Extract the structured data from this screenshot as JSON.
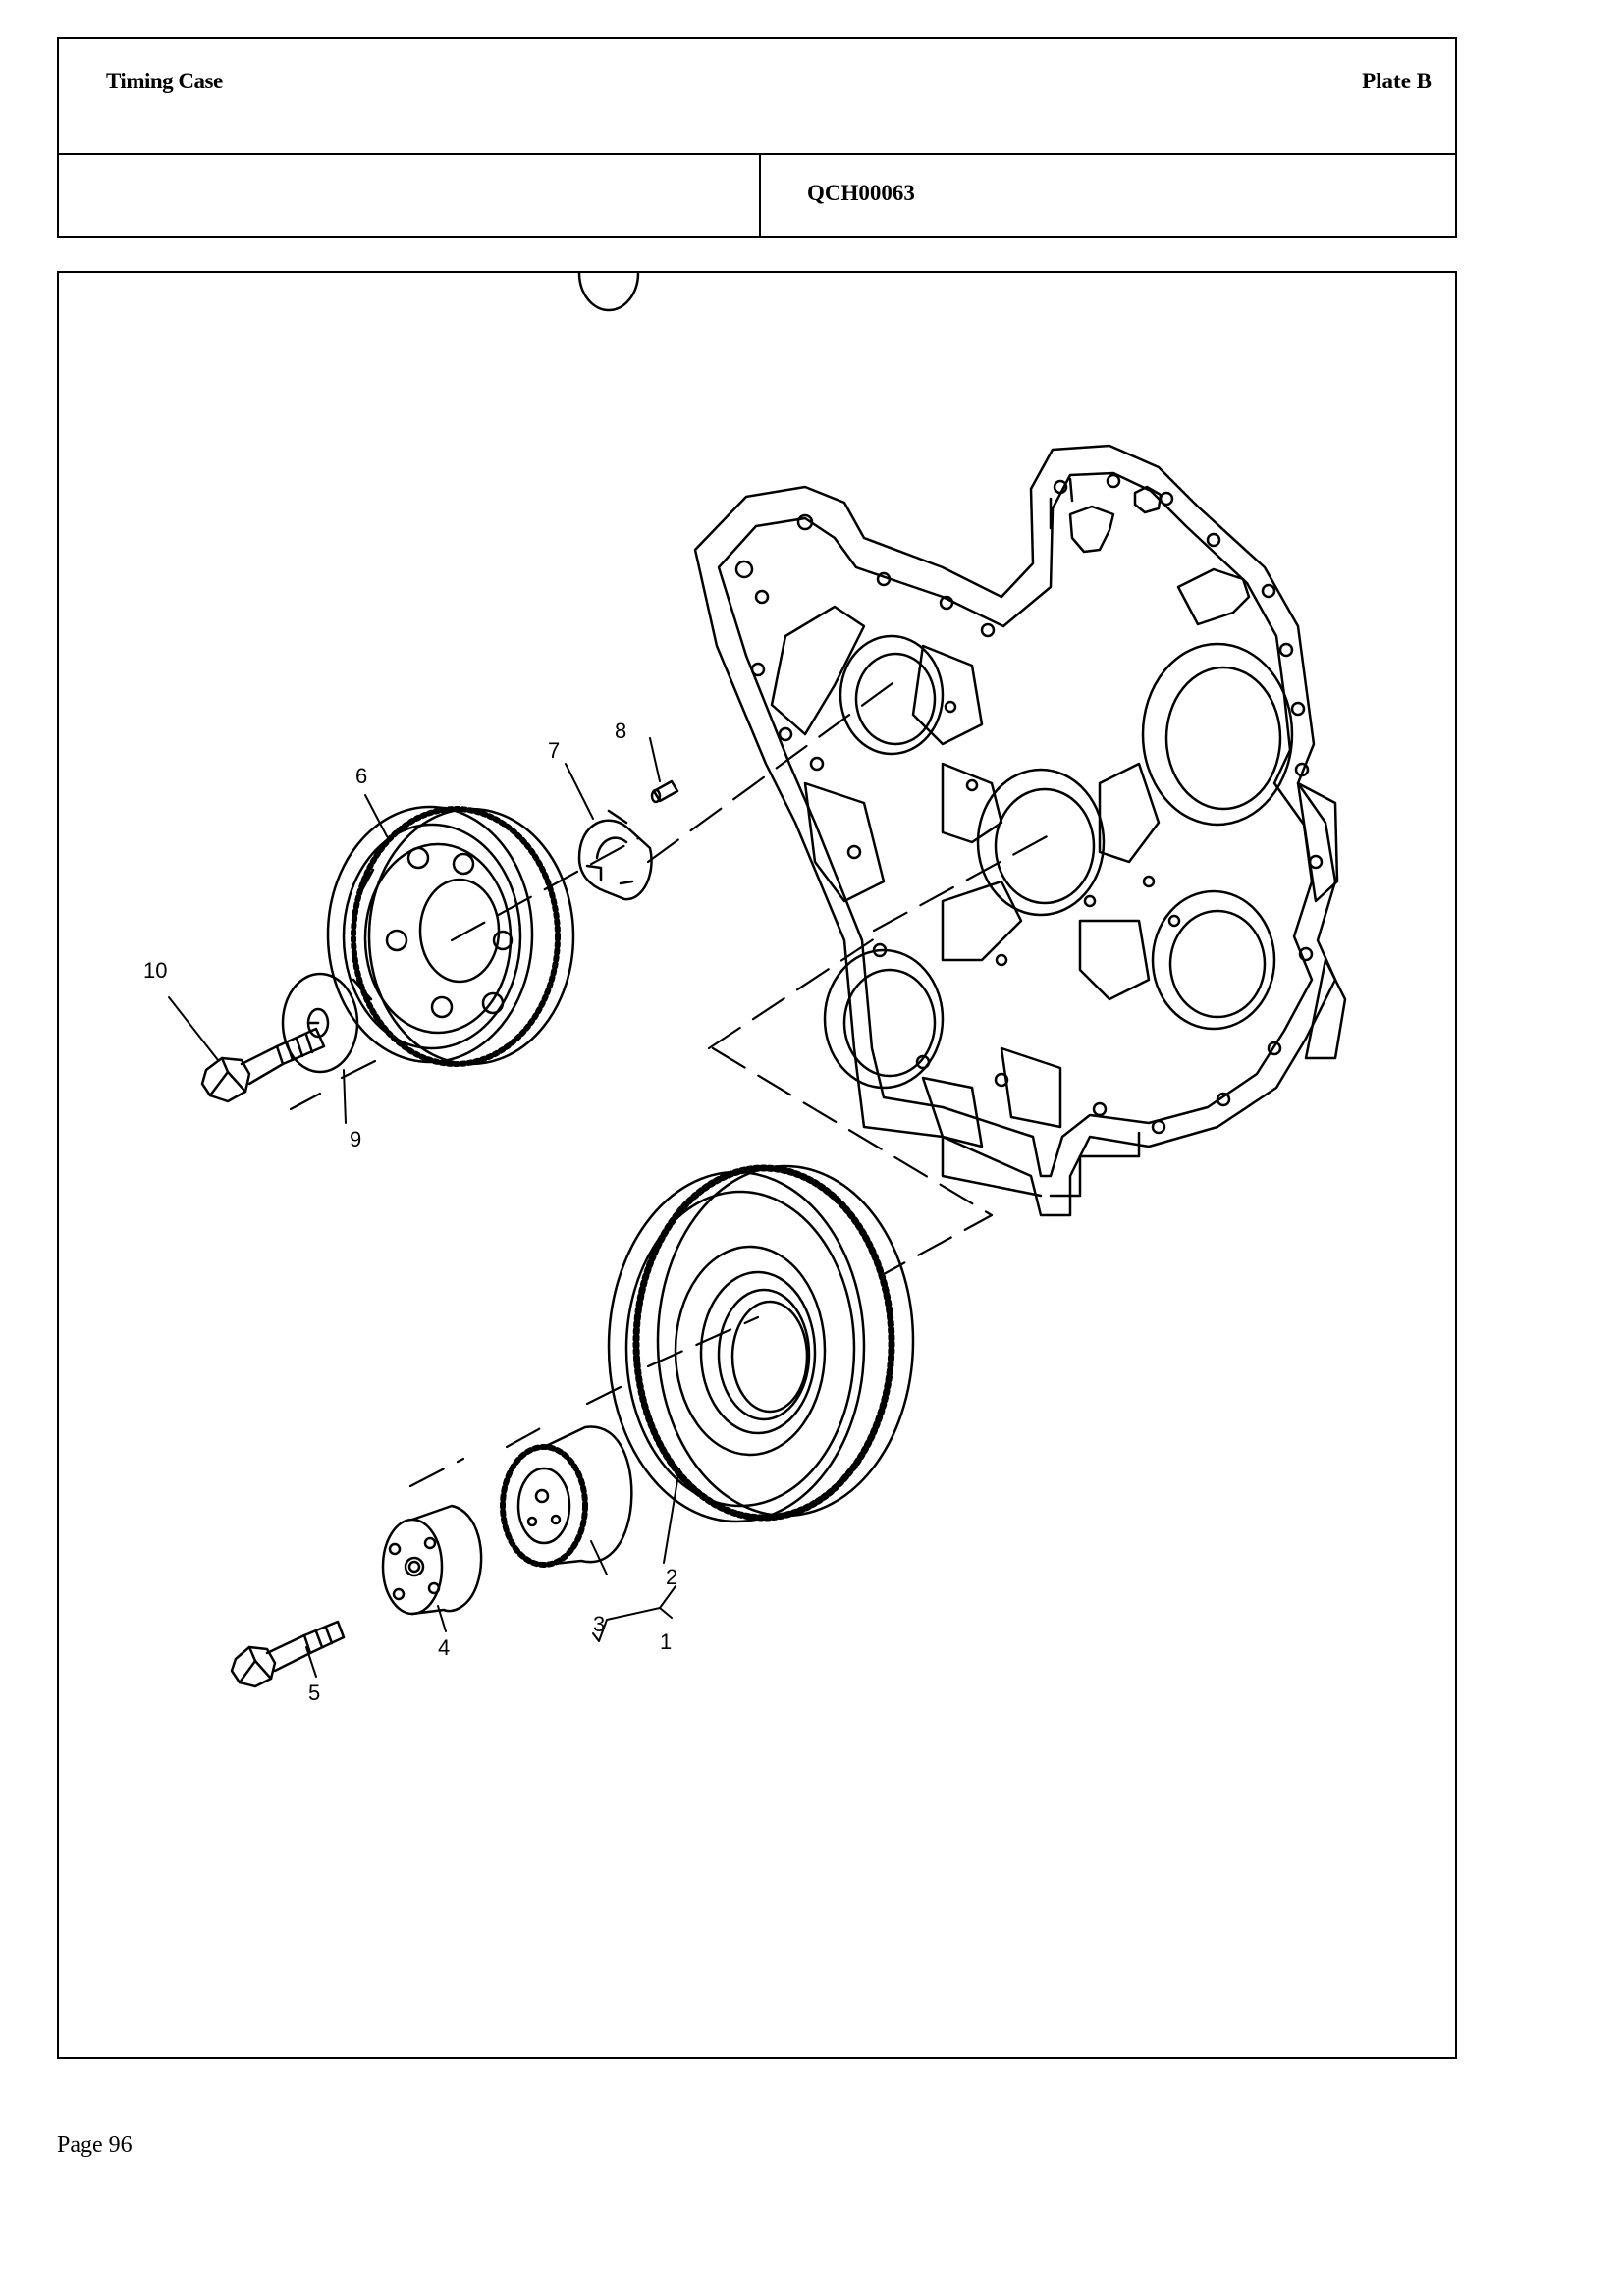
{
  "header": {
    "title": "Timing Case",
    "plate": "Plate B",
    "code": "QCH00063"
  },
  "figure": {
    "callouts": [
      "1",
      "2",
      "3",
      "4",
      "5",
      "6",
      "7",
      "8",
      "9",
      "10"
    ]
  },
  "footer": {
    "page": "Page 96"
  }
}
